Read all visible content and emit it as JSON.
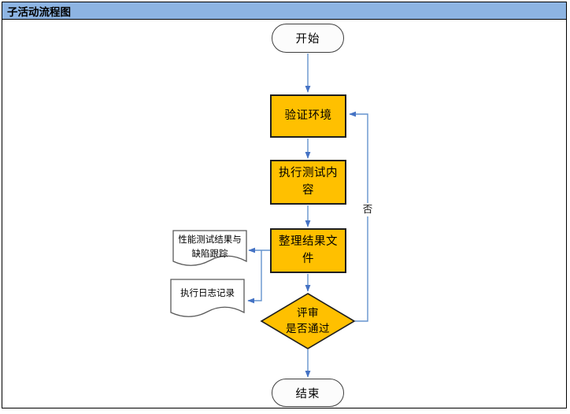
{
  "title": "子活动流程图",
  "colors": {
    "title_bg": "#8DB4E2",
    "node_fill": "#FFC000",
    "node_border": "#1F1F1F",
    "terminal_fill": "#FCFCFC",
    "terminal_border": "#3F3F3F",
    "doc_fill": "#FFFFFF",
    "doc_border": "#595959",
    "connector": "#6593CE",
    "arrowhead": "#4472C4"
  },
  "nodes": {
    "start": {
      "type": "terminator",
      "label": "开始"
    },
    "verify": {
      "type": "process",
      "label": "验证环境"
    },
    "execute": {
      "type": "process",
      "label": "执行测试内容"
    },
    "organize": {
      "type": "process",
      "label": "整理结果文件"
    },
    "review": {
      "type": "decision",
      "line1": "评审",
      "line2": "是否通过"
    },
    "end": {
      "type": "terminator",
      "label": "结束"
    },
    "doc_results": {
      "type": "document",
      "label": "性能测试结果与缺陷跟踪"
    },
    "doc_log": {
      "type": "document",
      "label": "执行日志记录"
    }
  },
  "edges": {
    "no_label": "否",
    "connections": [
      {
        "from": "start",
        "to": "verify"
      },
      {
        "from": "verify",
        "to": "execute"
      },
      {
        "from": "execute",
        "to": "organize"
      },
      {
        "from": "organize",
        "to": "review"
      },
      {
        "from": "review",
        "to": "end"
      },
      {
        "from": "review",
        "to": "verify",
        "label": "否"
      },
      {
        "from": "organize",
        "to": "doc_results"
      },
      {
        "from": "organize",
        "to": "doc_log"
      }
    ]
  }
}
